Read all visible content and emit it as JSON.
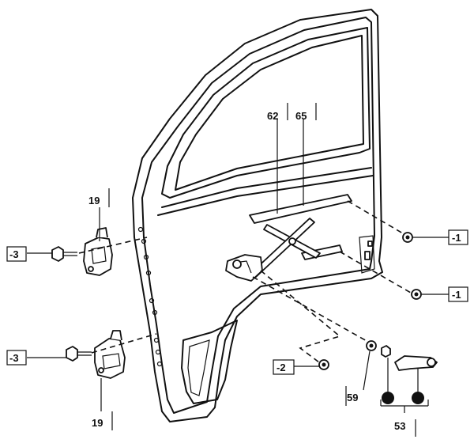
{
  "diagram": {
    "callouts": {
      "c62": "62",
      "c65": "65",
      "c19_top": "19",
      "c19_bottom": "19",
      "c3_top": "-3",
      "c3_bottom": "-3",
      "c1_top": "-1",
      "c1_bottom": "-1",
      "c2": "-2",
      "c59": "59",
      "c53": "53"
    }
  }
}
